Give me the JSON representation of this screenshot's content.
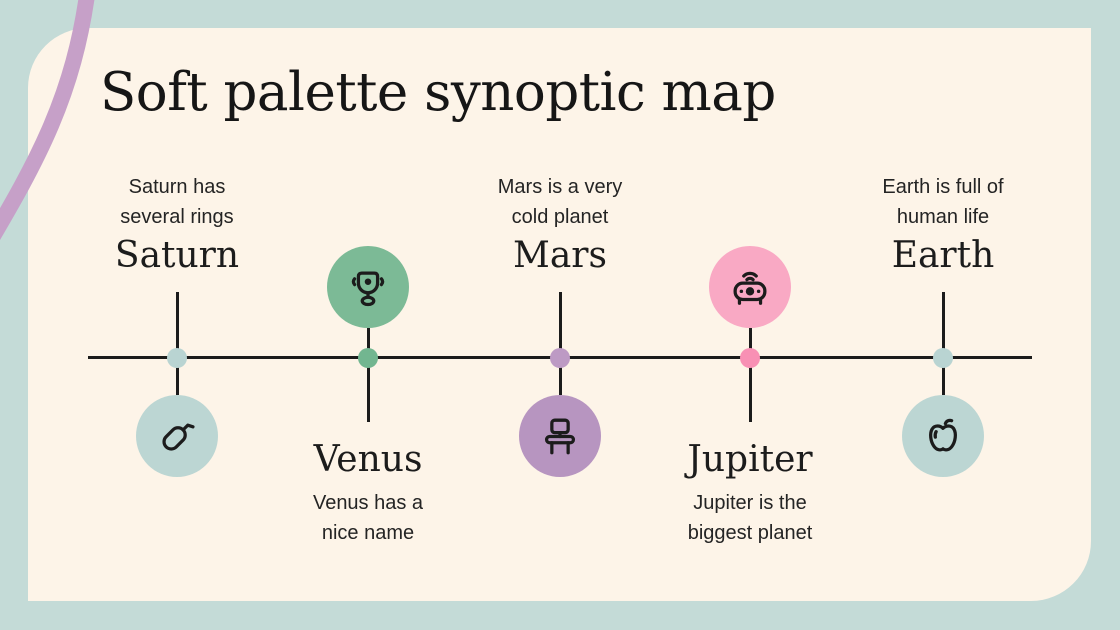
{
  "title": "Soft palette synoptic map",
  "colors": {
    "background": "#c4dbd7",
    "card": "#fdf4e8",
    "ribbon": "#c6a0c8",
    "ink": "#1b1b1b"
  },
  "timeline": {
    "nodes": [
      {
        "name": "Saturn",
        "description": "Saturn has\nseveral rings",
        "icon": "mouse-icon",
        "text_position": "above",
        "circle_color": "#bcd6d3",
        "dot_color": "#b9d4d2"
      },
      {
        "name": "Venus",
        "description": "Venus has a\nnice name",
        "icon": "webcam-icon",
        "text_position": "below",
        "circle_color": "#7cba96",
        "dot_color": "#72b690"
      },
      {
        "name": "Mars",
        "description": "Mars is a very\ncold planet",
        "icon": "desk-icon",
        "text_position": "above",
        "circle_color": "#b795c0",
        "dot_color": "#bd9ac4"
      },
      {
        "name": "Jupiter",
        "description": "Jupiter is the\nbiggest planet",
        "icon": "projector-icon",
        "text_position": "below",
        "circle_color": "#f9a9c4",
        "dot_color": "#f890b4"
      },
      {
        "name": "Earth",
        "description": "Earth is full of\nhuman life",
        "icon": "apple-icon",
        "text_position": "above",
        "circle_color": "#bcd6d3",
        "dot_color": "#b9d4d2"
      }
    ]
  }
}
